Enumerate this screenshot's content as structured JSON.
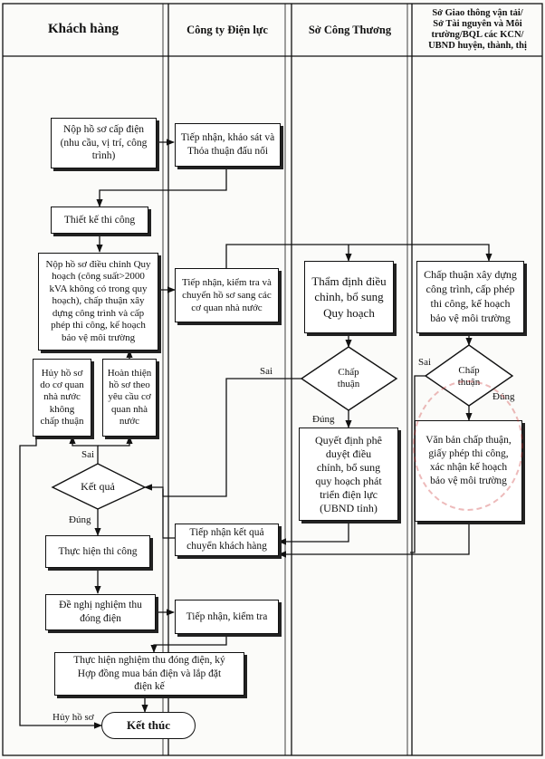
{
  "lanes": {
    "khach_hang": "Khách hàng",
    "cong_ty_dien_luc": "Công ty Điện lực",
    "so_cong_thuong": "Sở Công Thương",
    "so_gtvt": "Sở Giao thông vận tải/\nSở Tài nguyên và Môi trường/BQL các KCN/\nUBND huyện, thành, thị"
  },
  "nodes": {
    "nop_ho_so": "Nộp hồ sơ cấp điện\n(nhu cầu, vị trí, công\ntrình)",
    "tiep_nhan_khao_sat": "Tiếp nhận, khảo sát và\nThỏa thuận đấu nối",
    "thiet_ke": "Thiết kế thi công",
    "nop_dieu_chinh": "Nộp hồ sơ điều chỉnh Quy\nhoạch (công suất>2000\nkVA không có trong quy\nhoạch), chấp thuận xây\ndựng công trình và cấp\nphép thi công, kế hoạch\nbảo vệ môi trường",
    "tiep_nhan_chuyen": "Tiếp nhận, kiểm tra và\nchuyển hồ sơ sang các\ncơ quan nhà nước",
    "tham_dinh": "Thẩm định điều\nchỉnh, bổ sung\nQuy hoạch",
    "chap_thuan_xd": "Chấp thuận xây dựng\ncông trình, cấp phép\nthi công, kế hoạch\nbảo vệ môi trường",
    "huy_ho_so_box": "Hủy hồ sơ\ndo cơ quan\nnhà nước\nkhông\nchấp thuận",
    "hoan_thien": "Hoàn thiện\nhồ sơ theo\nyêu cầu cơ\nquan nhà\nnước",
    "chap_thuan_1": "Chấp\nthuận",
    "chap_thuan_2": "Chấp\nthuận",
    "quyet_dinh": "Quyết định phê\nduyệt điều\nchỉnh, bổ sung\nquy hoạch phát\ntriển điện lực\n(UBND tỉnh)",
    "van_ban": "Văn bản chấp thuận,\ngiấy phép thi công,\nxác nhận kế hoạch\nbảo vệ môi trường",
    "ket_qua": "Kết quả",
    "tiep_nhan_ket_qua": "Tiếp nhận kết quả\nchuyển khách hàng",
    "thuc_hien_thi_cong": "Thực hiện thi công",
    "de_nghi": "Đề nghị nghiệm thu\nđóng điện",
    "tiep_nhan_kiem_tra": "Tiếp nhận, kiểm tra",
    "thuc_hien_nghiem_thu": "Thực hiện nghiệm thu đóng điện, ký\nHợp đồng mua bán điện và lắp đặt\nđiện kế",
    "ket_thuc": "Kết thúc"
  },
  "labels": {
    "sai_1": "Sai",
    "sai_2": "Sai",
    "sai_3": "Sai",
    "dung_1": "Đúng",
    "dung_2": "Đúng",
    "dung_3": "Đúng",
    "huy_ho_so": "Hủy hồ sơ"
  }
}
